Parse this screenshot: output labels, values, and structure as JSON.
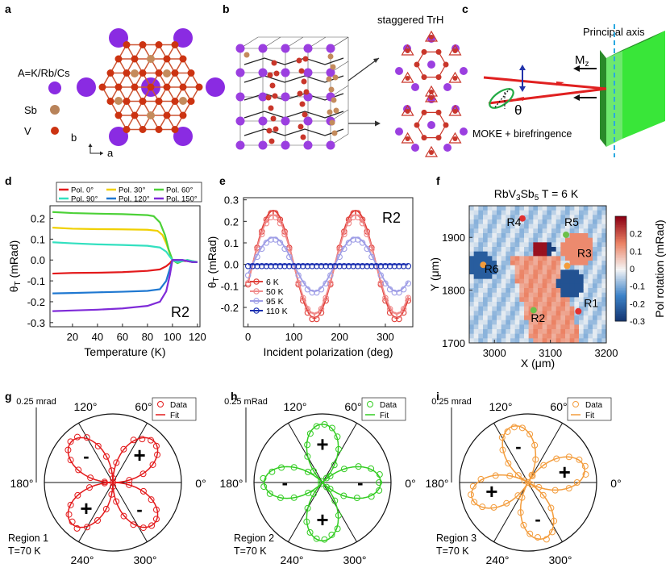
{
  "panels": {
    "a": "a",
    "b": "b",
    "c": "c",
    "d": "d",
    "e": "e",
    "f": "f",
    "g": "g",
    "h": "h",
    "i": "i"
  },
  "panel_a": {
    "legend": [
      {
        "label": "A=K/Rb/Cs",
        "color": "#8a2be2"
      },
      {
        "label": "Sb",
        "color": "#b8835a"
      },
      {
        "label": "V",
        "color": "#cc3311"
      }
    ],
    "axis_b": "b",
    "axis_a": "a"
  },
  "panel_b": {
    "label": "staggered TrH"
  },
  "panel_c": {
    "principal_axis": "Principal axis",
    "mz": "M",
    "mz_sub": "z",
    "theta": "θ",
    "moke": "MOKE + birefringence"
  },
  "chart_data": [
    {
      "panel": "d",
      "type": "line",
      "xlabel": "Temperature (K)",
      "ylabel": "θ",
      "ylabel_sub": "T",
      "ylabel_unit": " (mRad)",
      "xlim": [
        2,
        122
      ],
      "ylim": [
        -0.32,
        0.26
      ],
      "xticks": [
        20,
        40,
        60,
        80,
        100,
        120
      ],
      "yticks": [
        -0.3,
        -0.2,
        -0.1,
        0.0,
        0.1,
        0.2
      ],
      "ytick_labels": [
        "-0.3",
        "-0.2",
        "-0.1",
        "0.0",
        "0.1",
        "0.2"
      ],
      "tag": "R2",
      "series": [
        {
          "name": "Pol. 0°",
          "color": "#e31a1c",
          "x": [
            4,
            20,
            40,
            60,
            80,
            90,
            95,
            98,
            100,
            104,
            108,
            112,
            116,
            120
          ],
          "y": [
            -0.065,
            -0.062,
            -0.061,
            -0.058,
            -0.052,
            -0.045,
            -0.03,
            -0.015,
            0.0,
            0.0,
            -0.005,
            -0.005,
            -0.01,
            -0.01
          ]
        },
        {
          "name": "Pol. 30°",
          "color": "#f0d000",
          "x": [
            4,
            20,
            40,
            60,
            80,
            88,
            92,
            95,
            98,
            100,
            104,
            108,
            112,
            116,
            120
          ],
          "y": [
            0.155,
            0.15,
            0.148,
            0.147,
            0.145,
            0.14,
            0.12,
            0.08,
            0.03,
            0.0,
            -0.01,
            -0.005,
            0.0,
            -0.005,
            -0.01
          ]
        },
        {
          "name": "Pol. 60°",
          "color": "#4cd137",
          "x": [
            4,
            20,
            40,
            60,
            80,
            85,
            90,
            94,
            97,
            100,
            104,
            108,
            112,
            116,
            120
          ],
          "y": [
            0.23,
            0.225,
            0.222,
            0.22,
            0.215,
            0.21,
            0.18,
            0.12,
            0.05,
            0.0,
            -0.015,
            -0.005,
            0.0,
            -0.01,
            -0.01
          ]
        },
        {
          "name": "Pol. 90°",
          "color": "#33e0c0",
          "x": [
            4,
            20,
            40,
            60,
            80,
            90,
            95,
            98,
            100,
            104,
            108,
            112,
            116,
            120
          ],
          "y": [
            0.085,
            0.08,
            0.075,
            0.072,
            0.068,
            0.06,
            0.04,
            0.015,
            0.0,
            -0.01,
            -0.005,
            0.0,
            -0.005,
            -0.01
          ]
        },
        {
          "name": "Pol. 120°",
          "color": "#1f78d1",
          "x": [
            4,
            20,
            40,
            60,
            80,
            90,
            95,
            98,
            100,
            104,
            108,
            112,
            116,
            120
          ],
          "y": [
            -0.16,
            -0.158,
            -0.155,
            -0.152,
            -0.148,
            -0.14,
            -0.1,
            -0.04,
            0.0,
            0.0,
            0.0,
            -0.005,
            -0.01,
            -0.01
          ]
        },
        {
          "name": "Pol. 150°",
          "color": "#7f2bd8",
          "x": [
            4,
            20,
            40,
            60,
            80,
            90,
            95,
            98,
            100,
            104,
            108,
            112,
            116,
            120
          ],
          "y": [
            -0.245,
            -0.242,
            -0.238,
            -0.232,
            -0.22,
            -0.2,
            -0.15,
            -0.07,
            0.0,
            0.0,
            0.0,
            -0.005,
            -0.01,
            -0.01
          ]
        }
      ]
    },
    {
      "panel": "e",
      "type": "line",
      "xlabel": "Incident polarization (deg)",
      "ylabel": "θ",
      "ylabel_sub": "T",
      "ylabel_unit": " (mRad)",
      "xlim": [
        -10,
        360
      ],
      "ylim": [
        -0.29,
        0.31
      ],
      "xticks": [
        0,
        100,
        200,
        300
      ],
      "yticks": [
        -0.2,
        -0.1,
        0.0,
        0.1,
        0.2,
        0.3
      ],
      "ytick_labels": [
        "-0.2",
        "-0.1",
        "0.0",
        "0.1",
        "0.2",
        "0.3"
      ],
      "tag": "R2",
      "series": [
        {
          "name": "6 K",
          "color": "#e0403a",
          "amp": 0.25,
          "fill": "#f6b8b0"
        },
        {
          "name": "50 K",
          "color": "#f08a8a",
          "amp": 0.23,
          "fill": "#f9cccc"
        },
        {
          "name": "95 K",
          "color": "#9f9ee6",
          "amp": 0.125,
          "fill": "#cdd0f2"
        },
        {
          "name": "110 K",
          "color": "#1a2fb0",
          "amp": 0.0,
          "fill": "#ffffff"
        }
      ]
    },
    {
      "panel": "f",
      "type": "heatmap",
      "title_prefix": "RbV",
      "title_sub1": "3",
      "title_mid": "Sb",
      "title_sub2": "5",
      "title_suffix": " T = 6 K",
      "xlabel": "X (μm)",
      "ylabel": "Y (μm)",
      "colorbar_label": "Pol rotation (mRad)",
      "xlim": [
        2955,
        3200
      ],
      "ylim": [
        1700,
        1960
      ],
      "xticks": [
        3000,
        3100,
        3200
      ],
      "yticks": [
        1700,
        1800,
        1900
      ],
      "cbar_ticks": [
        0.2,
        0.1,
        0.0,
        -0.1,
        -0.2,
        -0.3
      ],
      "cbar_labels": [
        "0.2",
        "0.1",
        "0",
        "-0.1",
        "-0.2",
        "-0.3"
      ],
      "regions": [
        {
          "name": "R1",
          "x": 3150,
          "y": 1760,
          "label_dx": 20,
          "label_dy": 5,
          "color": "#e03030",
          "tx": 3160,
          "ty": 1768
        },
        {
          "name": "R2",
          "x": 3070,
          "y": 1762,
          "color": "#6cc04a",
          "tx": 3065,
          "ty": 1740
        },
        {
          "name": "R3",
          "x": 3130,
          "y": 1846,
          "color": "#f39c3c",
          "tx": 3148,
          "ty": 1863
        },
        {
          "name": "R4",
          "x": 3050,
          "y": 1936,
          "color": "#e03030",
          "tx": 3022,
          "ty": 1922
        },
        {
          "name": "R5",
          "x": 3128,
          "y": 1905,
          "color": "#6cc04a",
          "tx": 3125,
          "ty": 1922
        },
        {
          "name": "R6",
          "x": 2980,
          "y": 1848,
          "color": "#f39c3c",
          "tx": 2982,
          "ty": 1833
        }
      ]
    },
    {
      "panel": "g",
      "type": "scatter",
      "color": "#e31a1c",
      "phase": 0,
      "scale_label": "0.25 mrad",
      "legend": [
        "Data",
        "Fit"
      ],
      "angles": [
        "120°",
        "60°",
        "180°",
        "0°",
        "240°",
        "300°"
      ],
      "region": "Region 1",
      "temp": "T=70 K",
      "signs": [
        "+",
        "+",
        "-",
        "-"
      ]
    },
    {
      "panel": "h",
      "type": "scatter",
      "color": "#33cc22",
      "phase": 45,
      "scale_label": "0.25 mRad",
      "legend": [
        "Data",
        "Fit"
      ],
      "angles": [
        "120°",
        "60°",
        "180°",
        "0°",
        "240°",
        "300°"
      ],
      "region": "Region 2",
      "temp": "T=70 K",
      "signs": [
        "+",
        "+",
        "-",
        "-"
      ]
    },
    {
      "panel": "i",
      "type": "scatter",
      "color": "#f39c3c",
      "phase": -30,
      "scale_label": "0.25 mrad",
      "legend": [
        "Data",
        "Fit"
      ],
      "angles": [
        "120°",
        "60°",
        "180°",
        "0°",
        "240°",
        "300°"
      ],
      "region": "Region 3",
      "temp": "T=70 K",
      "signs": [
        "+",
        "+",
        "-",
        "-"
      ]
    }
  ]
}
